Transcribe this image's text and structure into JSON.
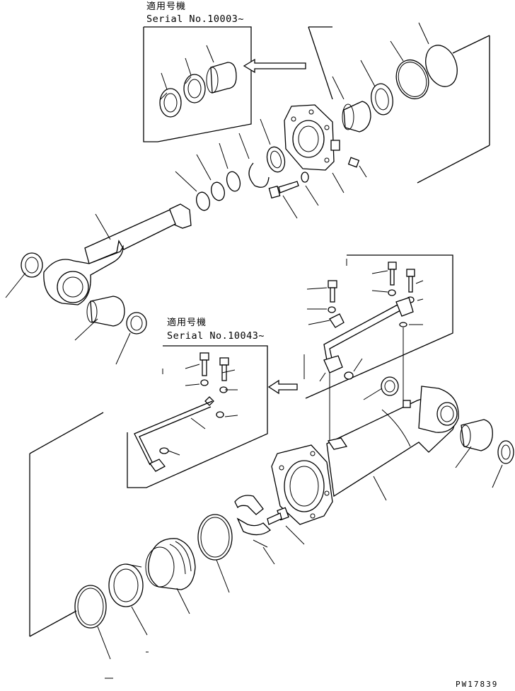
{
  "insets": {
    "top": {
      "title_jp": "適用号機",
      "serial": "Serial No.10003~"
    },
    "middle": {
      "title_jp": "適用号機",
      "serial": "Serial No.10043~"
    }
  },
  "footer": {
    "drawing_code": "PW17839"
  }
}
